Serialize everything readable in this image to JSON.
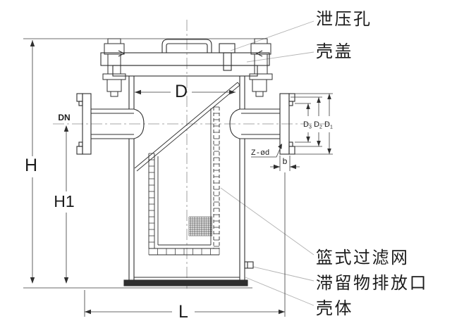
{
  "drawing": {
    "kind": "engineering-sectional-diagram",
    "subject": "basket strainer (篮式过滤器) outline drawing",
    "colors": {
      "background": "#ffffff",
      "line": "#2f2f2f",
      "dimension": "#3a3a3a",
      "centerline": "#8a8a8a",
      "leader": "#b3b3b3"
    },
    "callouts": {
      "relief_hole": "泄压孔",
      "cover": "壳盖",
      "basket_screen": "篮式过滤网",
      "residue_drain": "滞留物排放口",
      "shell_body": "壳体"
    },
    "dimensions": {
      "overall_height": "H",
      "inlet_height": "H1",
      "nominal_bore": "DN",
      "shell_diameter": "D",
      "face_to_face_length": "L",
      "flange_thickness": "b",
      "bolt_holes": "Z-ød",
      "d1": {
        "base": "D",
        "sub": "1"
      },
      "d2": {
        "base": "D",
        "sub": "2"
      },
      "d3": {
        "base": "D",
        "sub": "3"
      }
    }
  }
}
